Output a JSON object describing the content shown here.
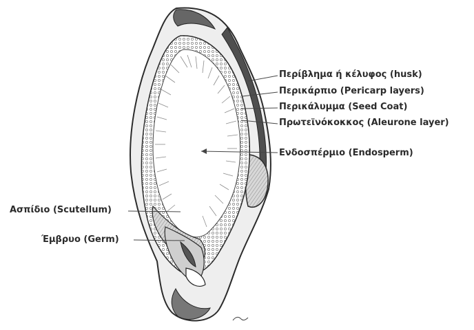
{
  "labels": {
    "husk": "Περίβλημα ή κέλυφος (husk)",
    "pericarp": "Περικάρπιο (Pericarp layers)",
    "seed_coat": "Περικάλυμμα (Seed Coat)",
    "aleurone": "Πρωτεϊνόκοκκος (Aleurone layer)",
    "endosperm": "Ενδοσπέρμιο (Endosperm)",
    "scutellum": "Ασπίδιο (Scutellum)",
    "germ": "Έμβρυο (Germ)"
  },
  "colors": {
    "ink": "#2b2b2b",
    "shade": "#9a9a9a",
    "dark_shade": "#555555",
    "background": "#ffffff"
  }
}
